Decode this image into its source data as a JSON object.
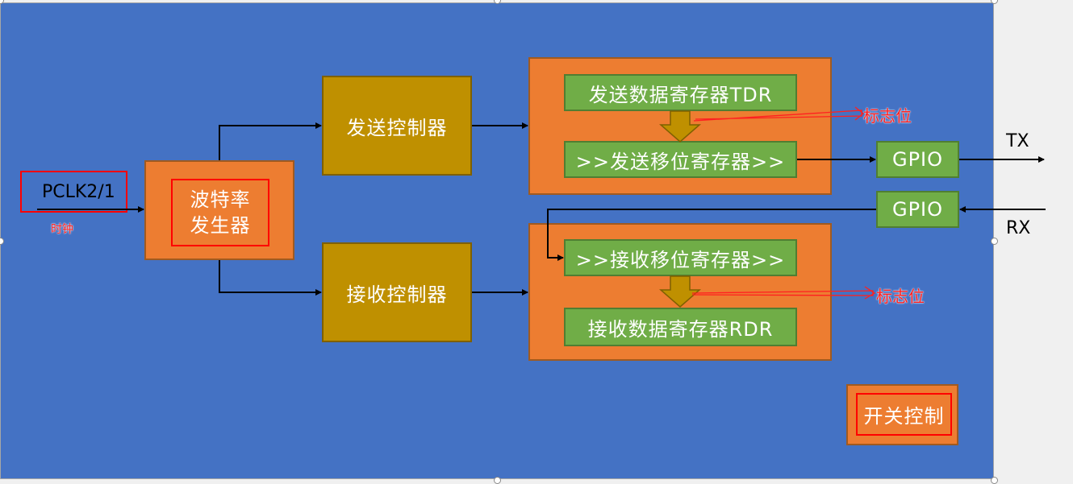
{
  "diagram": {
    "pclk_label": "PCLK2/1",
    "clock_note": "时钟",
    "baud_generator": "波特率\n发生器",
    "tx_controller": "发送控制器",
    "rx_controller": "接收控制器",
    "tdr": "发送数据寄存器TDR",
    "tx_shift": ">>发送移位寄存器>>",
    "rx_shift": ">>接收移位寄存器>>",
    "rdr": "接收数据寄存器RDR",
    "flag_tx": "标志位",
    "flag_rx": "标志位",
    "gpio_tx": "GPIO",
    "gpio_rx": "GPIO",
    "tx_pin": "TX",
    "rx_pin": "RX",
    "switch_control": "开关控制"
  },
  "colors": {
    "background": "#4472c4",
    "block_orange": "#ed7d31",
    "block_gold": "#bf9000",
    "register_green": "#70ad47",
    "annotation_red": "#ff0000"
  }
}
